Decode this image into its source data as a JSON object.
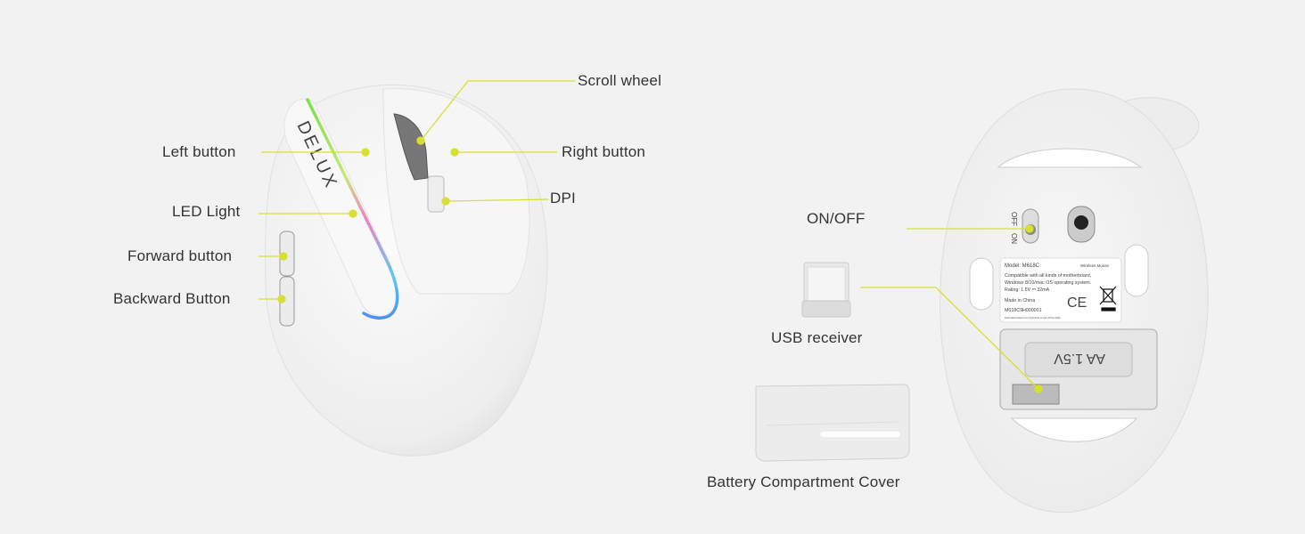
{
  "callout_color": "#d6e030",
  "labels": {
    "scroll_wheel": "Scroll wheel",
    "left_button": "Left button",
    "right_button": "Right button",
    "dpi": "DPI",
    "led_light": "LED Light",
    "forward_button": "Forward button",
    "backward_button": "Backward Button",
    "on_off": "ON/OFF",
    "usb_receiver": "USB receiver",
    "battery_cover": "Battery Compartment Cover"
  },
  "mouse": {
    "brand": "DELUX",
    "switch_off": "OFF",
    "switch_on": "ON",
    "battery_marking": "AA 1.5V"
  },
  "sticker": {
    "model": "Model:  M618C",
    "type": "Wireless Mouse",
    "compat1": "Compatible with all kinds of motherboard,",
    "compat2": "Windows 8/10/mac OS operating system.",
    "rating": "Rating: 1.5V ⎓ 32mA",
    "made_in": "Made in China",
    "serial": "M618C9H000001",
    "note": "Hold side buttons for 3 seconds to turn off the light.",
    "ce": "CE"
  }
}
